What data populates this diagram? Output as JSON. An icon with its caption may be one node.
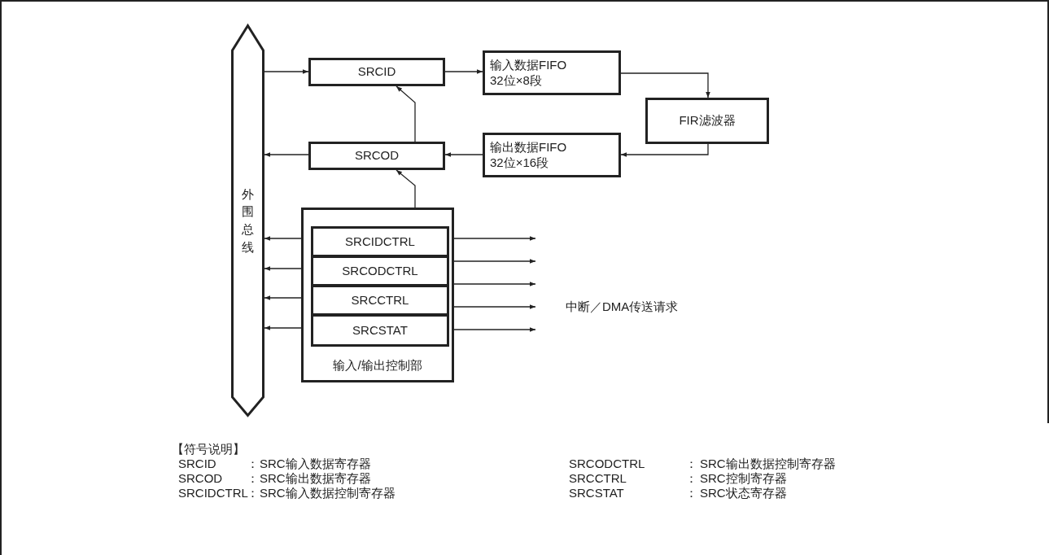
{
  "diagram": {
    "nodes": [
      {
        "text": [
          "外围总线"
        ]
      },
      {
        "text": [
          "SRCID"
        ]
      },
      {
        "text": [
          "输入数据FIFO",
          "32位×8段"
        ]
      },
      {
        "text": [
          "FIR滤波器"
        ]
      },
      {
        "text": [
          "输出数据FIFO",
          "32位×16段"
        ]
      },
      {
        "text": [
          "SRCOD"
        ]
      },
      {
        "text": [
          "输入/输出控制部"
        ]
      },
      {
        "text": [
          "SRCIDCTRL"
        ],
        "in": 6
      },
      {
        "text": [
          "SRCODCTRL"
        ],
        "in": 6
      },
      {
        "text": [
          "SRCCTRL"
        ],
        "in": 6
      },
      {
        "text": [
          "SRCSTAT"
        ],
        "in": 6
      }
    ],
    "edges": [
      {
        "from": 0,
        "to": 1,
        "arrow": "to"
      },
      {
        "from": 1,
        "to": 2,
        "arrow": "to"
      },
      {
        "from": 2,
        "to": 3,
        "arrow": "to"
      },
      {
        "from": 3,
        "to": 4,
        "arrow": "to"
      },
      {
        "from": 4,
        "to": 5,
        "arrow": "to"
      },
      {
        "from": 5,
        "to": 0,
        "arrow": "to"
      },
      {
        "from": 6,
        "to": 5,
        "arrow": "to"
      },
      {
        "from": 5,
        "to": 1,
        "arrow": "to"
      },
      {
        "from": 0,
        "to": 7,
        "arrow": "both"
      },
      {
        "from": 0,
        "to": 8,
        "arrow": "both"
      },
      {
        "from": 0,
        "to": 9,
        "arrow": "both"
      },
      {
        "from": 0,
        "to": 10,
        "arrow": "both"
      },
      {
        "from": 6,
        "to": null,
        "arrow": "to"
      },
      {
        "from": 6,
        "to": null,
        "arrow": "to"
      },
      {
        "from": 6,
        "to": null,
        "arrow": "to"
      },
      {
        "from": 6,
        "to": null,
        "arrow": "to"
      },
      {
        "from": 6,
        "to": null,
        "arrow": "to"
      }
    ],
    "labels": [
      "中断／DMA传送请求",
      "【符号说明】",
      "SRCID",
      "：",
      "SRC输入数据寄存器",
      "SRCODCTRL",
      "：",
      "SRC输出数据控制寄存器",
      "SRCOD",
      "：",
      "SRC输出数据寄存器",
      "SRCCTRL",
      "：",
      "SRC控制寄存器",
      "SRCIDCTRL",
      "：",
      "SRC输入数据控制寄存器",
      "SRCSTAT",
      "：",
      "SRC状态寄存器"
    ]
  }
}
